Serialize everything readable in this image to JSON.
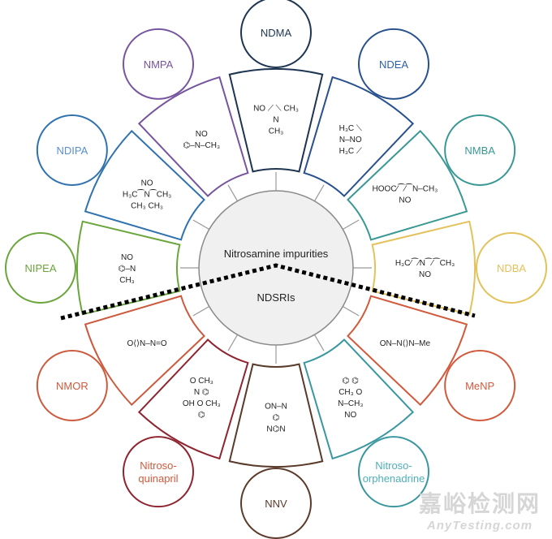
{
  "center": {
    "title": "Nitrosamine impurities",
    "subtitle": "NDSRIs"
  },
  "segments": [
    {
      "name": "NDMA",
      "color": "#1e3552",
      "text_color": "#1e3552",
      "structure": [
        "NO ⟋ ⟍ CH₃",
        "N",
        "CH₃"
      ]
    },
    {
      "name": "NDEA",
      "color": "#27508c",
      "text_color": "#2d5fa6",
      "structure": [
        "H₃C ⟍",
        "N–NO",
        "H₃C ⟋"
      ]
    },
    {
      "name": "NMBA",
      "color": "#3a9894",
      "text_color": "#3a9894",
      "structure": [
        "HOOC⁄⁀⁄⁀N–CH₃",
        "NO"
      ]
    },
    {
      "name": "NDBA",
      "color": "#e3c25c",
      "text_color": "#e3c25c",
      "structure": [
        "H₃C⁄⁀⁄N⁀⁄⁀CH₃",
        "NO"
      ]
    },
    {
      "name": "MeNP",
      "color": "#d25a3c",
      "text_color": "#d25a3c",
      "structure": [
        "ON–N⟨⟩N–Me"
      ]
    },
    {
      "name": "Nitroso-\norphenadrine",
      "color": "#3a97a0",
      "text_color": "#4db0b8",
      "structure": [
        "⌬  ⌬",
        "CH₃ O",
        "N–CH₃",
        "NO"
      ]
    },
    {
      "name": "NNV",
      "color": "#5a3a2a",
      "text_color": "#5a3a2a",
      "structure": [
        "ON–N",
        "⌬",
        "N⌬N"
      ]
    },
    {
      "name": "Nitroso-\nquinapril",
      "color": "#8e2430",
      "text_color": "#d25a3c",
      "structure": [
        "O  CH₃",
        "N  ⌬",
        "OH O CH₃",
        "⌬"
      ]
    },
    {
      "name": "NMOR",
      "color": "#cc5a3e",
      "text_color": "#cc5a3e",
      "structure": [
        "O⟨⟩N–N=O"
      ]
    },
    {
      "name": "NIPEA",
      "color": "#6aa63c",
      "text_color": "#6aa63c",
      "structure": [
        "NO",
        "⌬–N",
        "CH₃"
      ]
    },
    {
      "name": "NDIPA",
      "color": "#2f72ad",
      "text_color": "#5a8fd0",
      "structure": [
        "NO",
        "H₃C⁀N⁀CH₃",
        "CH₃  CH₃"
      ]
    },
    {
      "name": "NMPA",
      "color": "#76549e",
      "text_color": "#76549e",
      "structure": [
        "NO",
        "⌬–N–CH₃"
      ]
    }
  ],
  "watermark": {
    "cn": "嘉峪检测网",
    "en": "AnyTesting.com"
  }
}
